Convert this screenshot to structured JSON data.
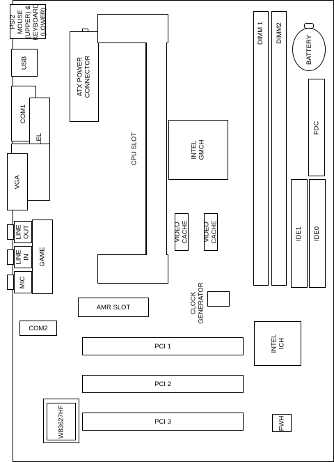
{
  "labels": {
    "ps2": "PS/2 MOUSE\n(UPPER) &\nKEYBOARD\n(LOWER)",
    "usb": "USB",
    "atx": "ATX POWER\nCONNECTOR",
    "com1": "COM1",
    "parallel": "PARALLEL",
    "vga": "VGA",
    "line_out": "LINE\nOUT",
    "line_in": "LINE\nIN",
    "mic": "MIC",
    "game": "GAME",
    "cpu_slot": "CPU SLOT",
    "gmch": "INTEL\nGMCH",
    "video_cache_1": "VIDEO\nCACHE",
    "video_cache_2": "VIDEO\nCACHE",
    "dimm1": "DIMM 1",
    "dimm2": "DIMM2",
    "battery": "BATTERY",
    "fdc": "FDC",
    "ide1": "IDE1",
    "ide0": "IDE0",
    "amr": "AMR SLOT",
    "clock": "CLOCK\nGENERATOR",
    "com2": "COM2",
    "ich": "INTEL\nICH",
    "pci1": "PCI 1",
    "pci2": "PCI 2",
    "pci3": "PCI 3",
    "w83627hf": "W83627HF",
    "fwh": "FWH"
  }
}
